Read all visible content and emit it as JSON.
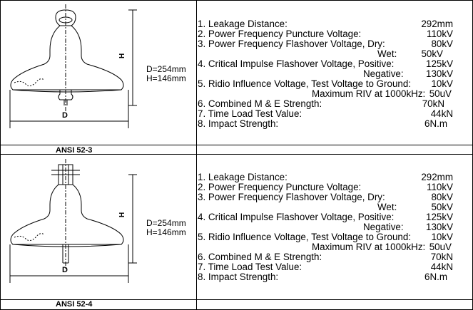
{
  "products": [
    {
      "caption": "ANSI 52-3",
      "dim_d": "D=254mm",
      "dim_h": "H=146mm",
      "axis_h": "H",
      "axis_d": "D",
      "specs": [
        {
          "label": "1. Leakage Distance:",
          "value": "292mm"
        },
        {
          "label": "2. Power Frequency Puncture Voltage:",
          "value": "110kV"
        },
        {
          "label": "3. Power Frequency Flashover Voltage, Dry:",
          "value": "80kV"
        },
        {
          "label": "Wet:",
          "value": "50kV"
        },
        {
          "label": "4. Critical Impulse Flashover Voltage, Positive:",
          "value": "125kV"
        },
        {
          "label": "Negative:",
          "value": "130kV"
        },
        {
          "label": "5. Ridio Influence Voltage, Test Voltage to Ground:",
          "value": "10kV"
        },
        {
          "label": "Maximum RIV at 1000kHz:",
          "value": "50uV"
        },
        {
          "label": "6. Combined M & E Strength:",
          "value": "70kN"
        },
        {
          "label": "7. Time Load Test Value:",
          "value": "44kN"
        },
        {
          "label": "8. Impact Strength:",
          "value": "6N.m"
        }
      ]
    },
    {
      "caption": "ANSI 52-4",
      "dim_d": "D=254mm",
      "dim_h": "H=146mm",
      "axis_h": "H",
      "axis_d": "D",
      "specs": [
        {
          "label": "1. Leakage Distance:",
          "value": "292mm"
        },
        {
          "label": "2. Power Frequency Puncture Voltage:",
          "value": "110kV"
        },
        {
          "label": "3. Power Frequency Flashover Voltage, Dry:",
          "value": "80kV"
        },
        {
          "label": "Wet:",
          "value": "50kV"
        },
        {
          "label": "4. Critical Impulse Flashover Voltage, Positive:",
          "value": "125kV"
        },
        {
          "label": "Negative:",
          "value": "130kV"
        },
        {
          "label": "5. Ridio Influence Voltage, Test Voltage to Ground:",
          "value": "10kV"
        },
        {
          "label": "Maximum RIV at 1000kHz:",
          "value": "50uV"
        },
        {
          "label": "6. Combined M & E Strength:",
          "value": "70kN"
        },
        {
          "label": "7. Time Load Test Value:",
          "value": "44kN"
        },
        {
          "label": "8. Impact Strength:",
          "value": "6N.m"
        }
      ]
    }
  ]
}
